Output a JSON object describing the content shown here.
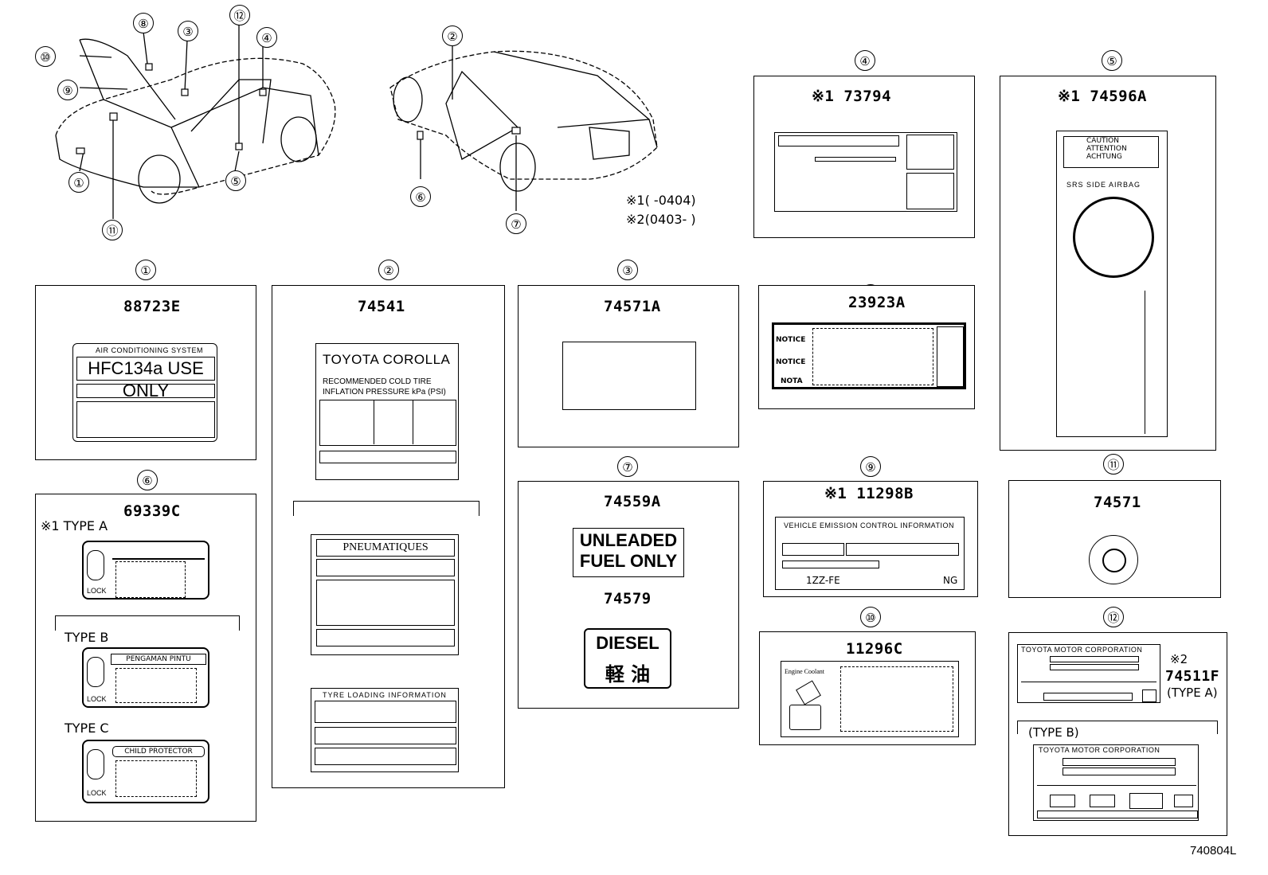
{
  "callouts": [
    "①",
    "②",
    "③",
    "④",
    "⑤",
    "⑥",
    "⑦",
    "⑧",
    "⑨",
    "⑩",
    "⑪",
    "⑫"
  ],
  "notes": {
    "note1_mark": "※1",
    "note1_range": "(        -0404)",
    "note2_mark": "※2",
    "note2_range": "(0403-        )"
  },
  "panel1": {
    "part": "88723E",
    "label_header": "AIR CONDITIONING SYSTEM",
    "label_main": "HFC134a USE ONLY"
  },
  "panel2": {
    "part": "74541",
    "brand": "TOYOTA COROLLA",
    "tire_line1": "RECOMMENDED COLD TIRE",
    "tire_line2": "INFLATION PRESSURE",
    "tire_unit": "kPa (PSI)",
    "pneu": "PNEUMATIQUES",
    "tyre_header": "TYRE LOADING INFORMATION"
  },
  "panel3": {
    "part": "74571A"
  },
  "panel4": {
    "mark": "※1",
    "part": "73794"
  },
  "panel5": {
    "mark": "※1",
    "part": "74596A",
    "caution1": "CAUTION",
    "caution2": "ATTENTION",
    "caution3": "ACHTUNG",
    "airbag": "SRS SIDE AIRBAG"
  },
  "panel6": {
    "part": "69339C",
    "typeA": "※1 TYPE A",
    "typeB": "TYPE B",
    "typeC": "TYPE C",
    "labelB": "PENGAMAN PINTU",
    "labelC": "CHILD PROTECTOR",
    "lock": "LOCK"
  },
  "panel7": {
    "part1": "74559A",
    "unleaded1": "UNLEADED",
    "unleaded2": "FUEL ONLY",
    "part2": "74579",
    "diesel": "DIESEL",
    "diesel_jp": "軽 油"
  },
  "panel8": {
    "part": "23923A",
    "notice1": "NOTICE",
    "notice2": "NOTICE",
    "nota": "NOTA"
  },
  "panel9": {
    "mark": "※1",
    "part": "11298B",
    "header": "VEHICLE EMISSION CONTROL INFORMATION",
    "engine": "1ZZ-FE",
    "ng": "NG"
  },
  "panel10": {
    "part": "11296C",
    "coolant": "Engine Coolant"
  },
  "panel11": {
    "part": "74571"
  },
  "panel12": {
    "mark": "※2",
    "part": "74511F",
    "typeA": "(TYPE A)",
    "typeB": "(TYPE B)",
    "corp": "TOYOTA MOTOR CORPORATION"
  },
  "doc_id": "740804L"
}
